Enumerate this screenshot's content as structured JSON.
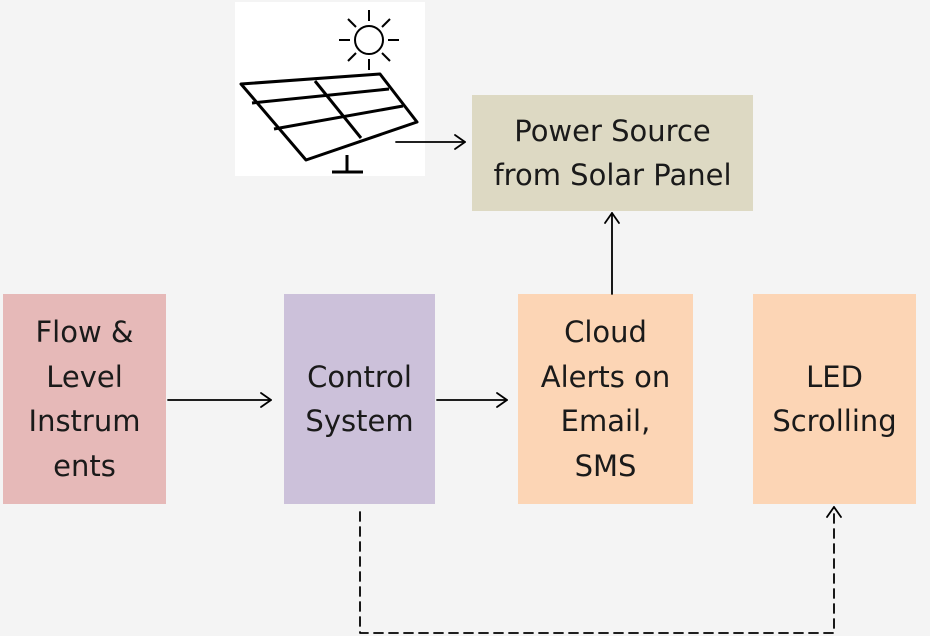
{
  "blocks": {
    "flow_instruments": {
      "lines": [
        "Flow &",
        "Level",
        "Instrum",
        "ents"
      ]
    },
    "control_system": {
      "lines": [
        "Control",
        "System"
      ]
    },
    "cloud_alerts": {
      "lines": [
        "Cloud",
        "Alerts on",
        "Email,",
        "SMS"
      ]
    },
    "led_scrolling": {
      "lines": [
        "LED",
        "Scrolling"
      ]
    },
    "power_source": {
      "lines": [
        "Power Source",
        "from Solar Panel"
      ]
    }
  },
  "colors": {
    "background": "#f4f4f4",
    "flow_box": "#e6b9b8",
    "control_box": "#ccc1da",
    "cloud_box": "#fcd5b5",
    "led_box": "#fcd5b5",
    "power_box": "#ddd9c3",
    "arrow": "#000000"
  },
  "icons": {
    "solar_panel": "solar-panel-icon",
    "sun": "sun-icon"
  },
  "connections": [
    {
      "from": "flow_instruments",
      "to": "control_system",
      "style": "solid"
    },
    {
      "from": "control_system",
      "to": "cloud_alerts",
      "style": "solid"
    },
    {
      "from": "cloud_alerts",
      "to": "power_source",
      "style": "solid"
    },
    {
      "from": "solar_panel",
      "to": "power_source",
      "style": "solid"
    },
    {
      "from": "control_system",
      "to": "led_scrolling",
      "style": "dashed"
    }
  ]
}
